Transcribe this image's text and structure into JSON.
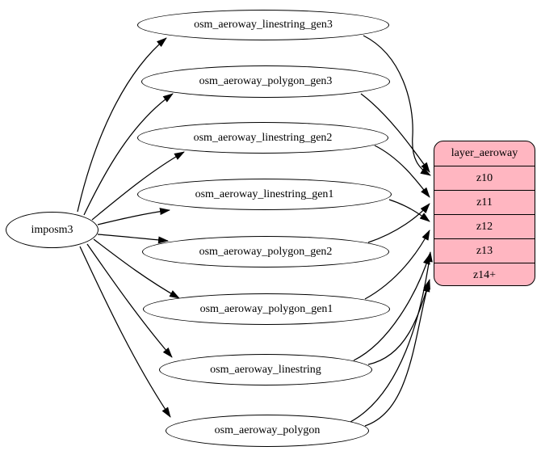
{
  "diagram": {
    "background": "#ffffff",
    "edge_color": "#000000",
    "source": {
      "label": "imposm3"
    },
    "tables": [
      {
        "label": "osm_aeroway_linestring_gen3"
      },
      {
        "label": "osm_aeroway_polygon_gen3"
      },
      {
        "label": "osm_aeroway_linestring_gen2"
      },
      {
        "label": "osm_aeroway_linestring_gen1"
      },
      {
        "label": "osm_aeroway_polygon_gen2"
      },
      {
        "label": "osm_aeroway_polygon_gen1"
      },
      {
        "label": "osm_aeroway_linestring"
      },
      {
        "label": "osm_aeroway_polygon"
      }
    ],
    "layer": {
      "title": "layer_aeroway",
      "fill": "#ffb6c1",
      "border": "#000000",
      "rows": [
        "z10",
        "z11",
        "z12",
        "z13",
        "z14+"
      ]
    },
    "edges": [
      {
        "from": "imposm3",
        "to": "osm_aeroway_linestring_gen3"
      },
      {
        "from": "imposm3",
        "to": "osm_aeroway_polygon_gen3"
      },
      {
        "from": "imposm3",
        "to": "osm_aeroway_linestring_gen2"
      },
      {
        "from": "imposm3",
        "to": "osm_aeroway_linestring_gen1"
      },
      {
        "from": "imposm3",
        "to": "osm_aeroway_polygon_gen2"
      },
      {
        "from": "imposm3",
        "to": "osm_aeroway_polygon_gen1"
      },
      {
        "from": "imposm3",
        "to": "osm_aeroway_linestring"
      },
      {
        "from": "imposm3",
        "to": "osm_aeroway_polygon"
      },
      {
        "from": "osm_aeroway_linestring_gen3",
        "to": "z10"
      },
      {
        "from": "osm_aeroway_polygon_gen3",
        "to": "z10"
      },
      {
        "from": "osm_aeroway_linestring_gen2",
        "to": "z11"
      },
      {
        "from": "osm_aeroway_polygon_gen2",
        "to": "z11"
      },
      {
        "from": "osm_aeroway_linestring_gen1",
        "to": "z12"
      },
      {
        "from": "osm_aeroway_polygon_gen1",
        "to": "z12"
      },
      {
        "from": "osm_aeroway_linestring",
        "to": "z13"
      },
      {
        "from": "osm_aeroway_polygon",
        "to": "z13"
      },
      {
        "from": "osm_aeroway_linestring",
        "to": "z14+"
      },
      {
        "from": "osm_aeroway_polygon",
        "to": "z14+"
      }
    ]
  }
}
